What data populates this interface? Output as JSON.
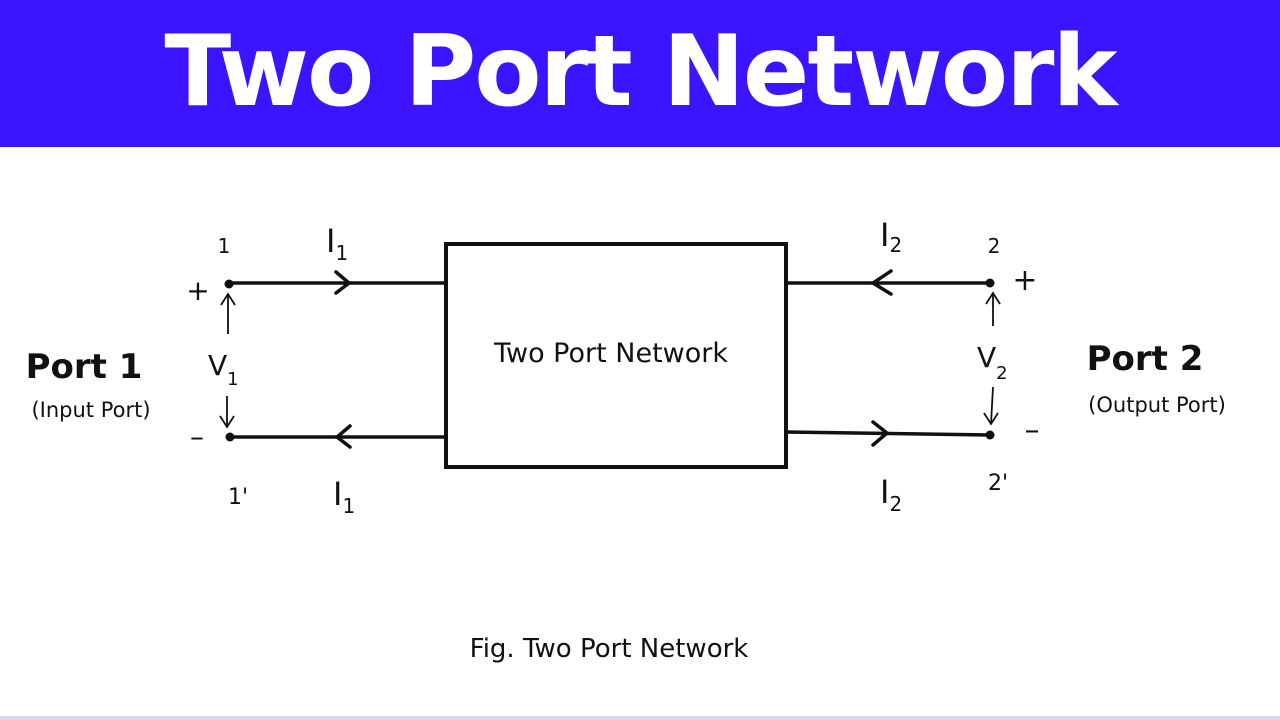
{
  "banner": {
    "title": "Two Port Network",
    "background": "#3c14ff",
    "text_color": "#ffffff"
  },
  "diagram": {
    "box_label": "Two Port Network",
    "caption": "Fig. Two Port Network",
    "port1": {
      "title": "Port 1",
      "subtitle": "(Input Port)",
      "terminal_top": "1",
      "terminal_bottom": "1'",
      "plus": "+",
      "minus": "–",
      "voltage": "V",
      "voltage_sub": "1",
      "current_top": "I",
      "current_top_sub": "1",
      "current_bottom": "I",
      "current_bottom_sub": "1"
    },
    "port2": {
      "title": "Port 2",
      "subtitle": "(Output Port)",
      "terminal_top": "2",
      "terminal_bottom": "2'",
      "plus": "+",
      "minus": "–",
      "voltage": "V",
      "voltage_sub": "2",
      "current_top": "I",
      "current_top_sub": "2",
      "current_bottom": "I",
      "current_bottom_sub": "2"
    }
  }
}
